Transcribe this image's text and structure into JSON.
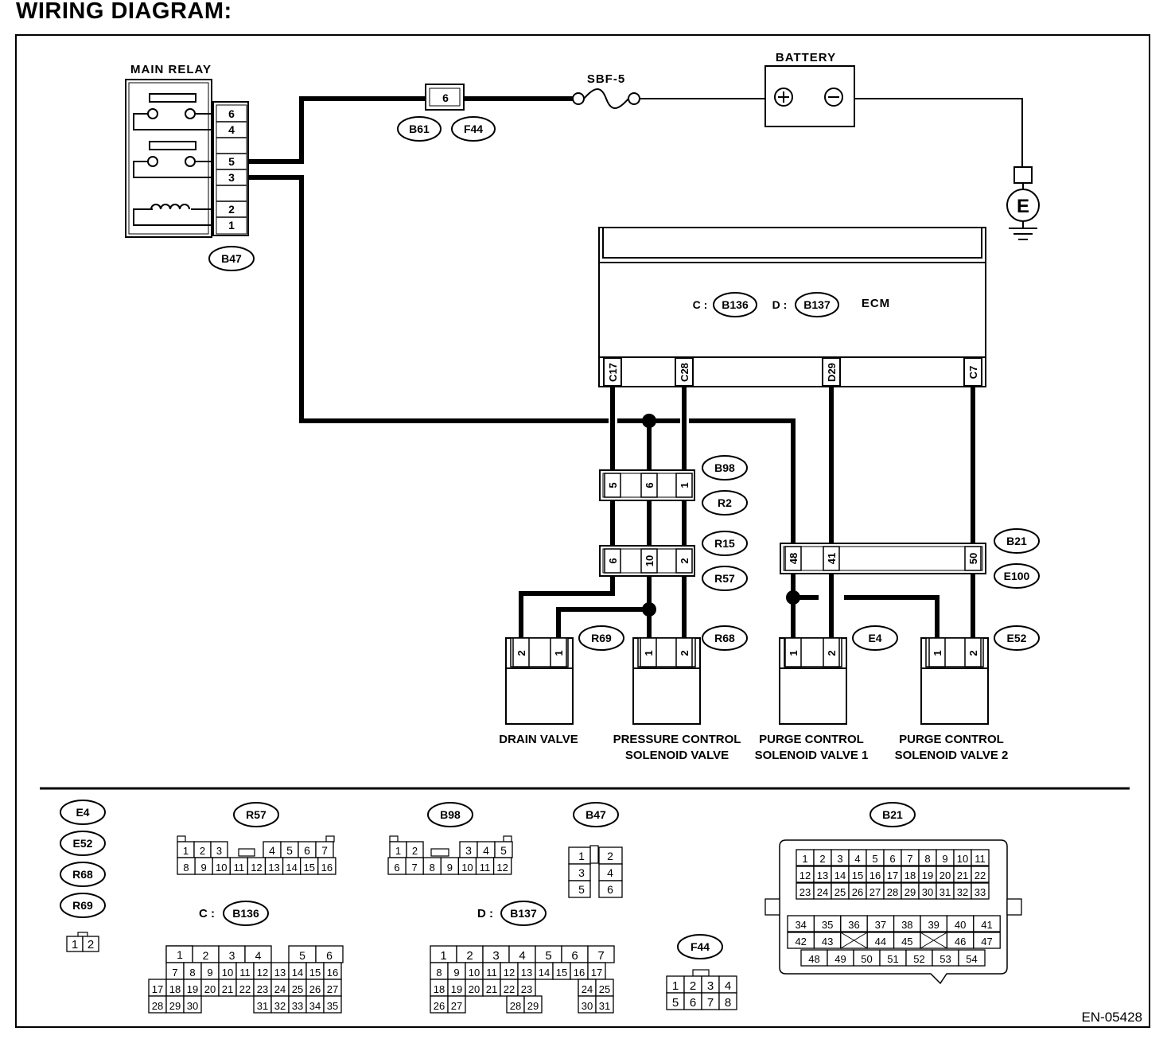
{
  "title": "WIRING DIAGRAM:",
  "doc_id": "EN-05428",
  "main_relay": {
    "label": "MAIN RELAY",
    "connector": "B47",
    "pins": [
      "6",
      "4",
      "5",
      "3",
      "2",
      "1"
    ]
  },
  "fuse": {
    "label": "SBF-5",
    "pin": "6",
    "connectors": [
      "B61",
      "F44"
    ]
  },
  "battery": {
    "label": "BATTERY",
    "ground": "E"
  },
  "ecm": {
    "label": "ECM",
    "c_prefix": "C :",
    "c_conn": "B136",
    "d_prefix": "D :",
    "d_conn": "B137",
    "pins": [
      "C17",
      "C28",
      "D29",
      "C7"
    ]
  },
  "joint_b98": {
    "conns": [
      "B98",
      "R2"
    ],
    "pins": [
      "5",
      "6",
      "1"
    ]
  },
  "joint_r15": {
    "conns": [
      "R15",
      "R57"
    ],
    "pins": [
      "6",
      "10",
      "2"
    ]
  },
  "joint_b21": {
    "conns": [
      "B21",
      "E100"
    ],
    "pins": [
      "48",
      "41",
      "50"
    ]
  },
  "components": [
    {
      "name": "DRAIN VALVE",
      "name2": "",
      "conn": "R69",
      "pins": [
        "2",
        "1"
      ]
    },
    {
      "name": "PRESSURE CONTROL",
      "name2": "SOLENOID VALVE",
      "conn": "R68",
      "pins": [
        "1",
        "2"
      ]
    },
    {
      "name": "PURGE CONTROL",
      "name2": "SOLENOID VALVE 1",
      "conn": "E4",
      "pins": [
        "1",
        "2"
      ]
    },
    {
      "name": "PURGE CONTROL",
      "name2": "SOLENOID VALVE 2",
      "conn": "E52",
      "pins": [
        "1",
        "2"
      ]
    }
  ],
  "legend": {
    "small": [
      "E4",
      "E52",
      "R68",
      "R69"
    ],
    "small_pins": [
      "1",
      "2"
    ],
    "r57": {
      "name": "R57",
      "row1": [
        "1",
        "2",
        "3",
        "",
        "4",
        "5",
        "6",
        "7"
      ],
      "row2": [
        "8",
        "9",
        "10",
        "11",
        "12",
        "13",
        "14",
        "15",
        "16"
      ]
    },
    "b98": {
      "name": "B98",
      "row1": [
        "1",
        "2",
        "",
        "3",
        "4",
        "5"
      ],
      "row2": [
        "6",
        "7",
        "8",
        "9",
        "10",
        "11",
        "12"
      ]
    },
    "b47": {
      "name": "B47",
      "rows": [
        [
          "1",
          "",
          "2"
        ],
        [
          "3",
          "",
          "4"
        ],
        [
          "5",
          "",
          "6"
        ]
      ]
    },
    "b136": {
      "prefix": "C :",
      "name": "B136",
      "row1": [
        "",
        "1",
        "2",
        "3",
        "4",
        "",
        "5",
        "6"
      ],
      "row2": [
        "7",
        "8",
        "9",
        "10",
        "11",
        "12",
        "13",
        "14",
        "15",
        "16"
      ],
      "row3": [
        "17",
        "18",
        "19",
        "20",
        "21",
        "22",
        "23",
        "24",
        "25",
        "26",
        "27"
      ],
      "row4": [
        "28",
        "29",
        "30",
        "",
        "",
        "31",
        "32",
        "33",
        "34",
        "35"
      ]
    },
    "b137": {
      "prefix": "D :",
      "name": "B137",
      "row1": [
        "1",
        "2",
        "3",
        "4",
        "5",
        "6",
        "7"
      ],
      "row2": [
        "8",
        "9",
        "10",
        "11",
        "12",
        "13",
        "14",
        "15",
        "16",
        "17"
      ],
      "row3": [
        "18",
        "19",
        "20",
        "21",
        "22",
        "23",
        "",
        "24",
        "25"
      ],
      "row4": [
        "26",
        "27",
        "",
        "",
        "28",
        "29",
        "",
        "30",
        "31"
      ]
    },
    "f44": {
      "name": "F44",
      "row1": [
        "1",
        "2",
        "3",
        "4"
      ],
      "row2": [
        "5",
        "6",
        "7",
        "8"
      ]
    },
    "b21": {
      "name": "B21",
      "row1": [
        "1",
        "2",
        "3",
        "4",
        "5",
        "6",
        "7",
        "8",
        "9",
        "10",
        "11"
      ],
      "row2": [
        "12",
        "13",
        "14",
        "15",
        "16",
        "17",
        "18",
        "19",
        "20",
        "21",
        "22"
      ],
      "row3": [
        "23",
        "24",
        "25",
        "26",
        "27",
        "28",
        "29",
        "30",
        "31",
        "32",
        "33"
      ],
      "row4": [
        "34",
        "35",
        "36",
        "37",
        "38",
        "39",
        "40",
        "41"
      ],
      "row5": [
        "42",
        "43",
        "",
        "44",
        "45",
        "",
        "46",
        "47"
      ],
      "row6": [
        "48",
        "49",
        "50",
        "51",
        "52",
        "53",
        "54"
      ]
    }
  }
}
